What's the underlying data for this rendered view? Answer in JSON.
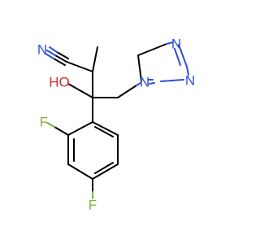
{
  "molecule": {
    "atom_labels": {
      "nitrile_n": "N",
      "hydroxyl": "HO",
      "triazole_n1": "N",
      "triazole_n2": "N",
      "triazole_n4": "N",
      "fluorine_ortho": "F",
      "fluorine_para": "F"
    },
    "colors": {
      "bond": "#000000",
      "nitrogen": "#2f4fd6",
      "oxygen": "#d4282e",
      "fluorine": "#7db33a",
      "background": "#ffffff"
    }
  }
}
